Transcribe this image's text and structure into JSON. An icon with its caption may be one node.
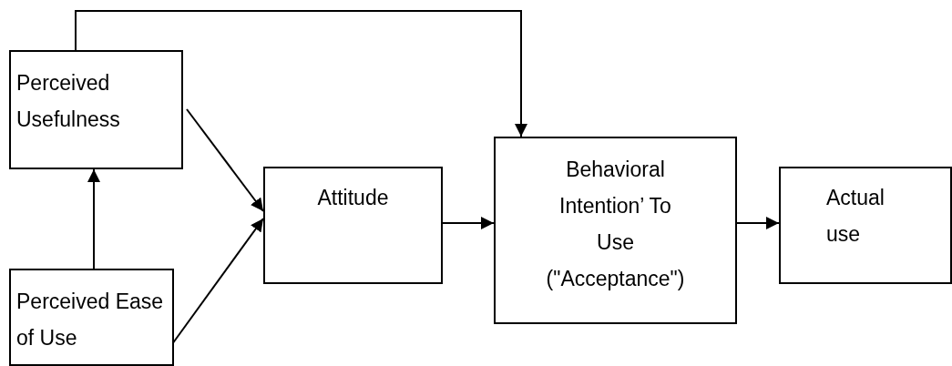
{
  "diagram": {
    "nodes": [
      {
        "text": [
          "Perceived Usefulness"
        ]
      },
      {
        "text": [
          "Perceived Ease of Use"
        ]
      },
      {
        "text": [
          "Attitude"
        ]
      },
      {
        "text": [
          "Behavioral Intention’ To Use (\"Acceptance\")"
        ]
      },
      {
        "text": [
          "Actual use"
        ]
      }
    ],
    "edges": [
      {
        "from": 0,
        "to": 3,
        "arrow": "to"
      },
      {
        "from": 0,
        "to": 2,
        "arrow": "to"
      },
      {
        "from": 1,
        "to": 2,
        "arrow": "to"
      },
      {
        "from": 1,
        "to": 0,
        "arrow": "to"
      },
      {
        "from": 2,
        "to": 3,
        "arrow": "to"
      },
      {
        "from": 3,
        "to": 4,
        "arrow": "to"
      }
    ]
  }
}
